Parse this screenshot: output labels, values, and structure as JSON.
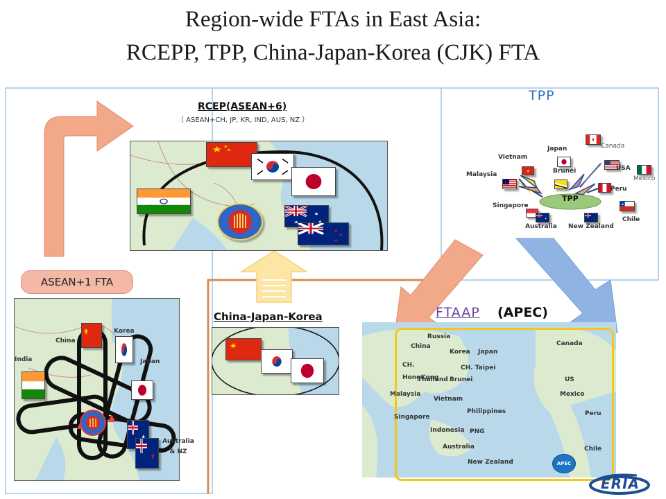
{
  "title_line1": "Region-wide FTAs in East Asia:",
  "title_line2": "RCEPP, TPP, China-Japan-Korea (CJK) FTA",
  "rcep": {
    "title": "RCEP(ASEAN+6)",
    "subtitle": "（ ASEAN+CH, JP, KR, IND, AUS, NZ ）"
  },
  "tpp": {
    "title": "TPP",
    "hub": "TPP",
    "members": {
      "vietnam": "Vietnam",
      "japan": "Japan",
      "canada": "Canada",
      "malaysia": "Malaysia",
      "brunei": "Brunei",
      "usa": "USA",
      "mexico": "Mexico",
      "peru": "Peru",
      "singapore": "Singapore",
      "australia": "Australia",
      "new_zealand": "New Zealand",
      "chile": "Chile"
    }
  },
  "asean_plus_one": {
    "label": "ASEAN+1 FTA",
    "countries": {
      "china": "China",
      "korea": "Korea",
      "india": "India",
      "japan": "Japan",
      "australia_nz": "Australia & NZ"
    }
  },
  "cjk": {
    "title": "China-Japan-Korea"
  },
  "ftaap": {
    "title_main": "FTAAP",
    "title_paren": "(APEC)",
    "members": {
      "russia": "Russia",
      "china": "China",
      "canada": "Canada",
      "korea": "Korea",
      "japan": "Japan",
      "ch_hongkong": "CH. HongKong",
      "ch_taipei": "CH. Taipei",
      "thailand": "Thailand",
      "brunei": "Brunei",
      "us": "US",
      "malaysia": "Malaysia",
      "vietnam": "Vietnam",
      "mexico": "Mexico",
      "philippines": "Philippines",
      "singapore": "Singapore",
      "peru": "Peru",
      "indonesia": "Indonesia",
      "png": "PNG",
      "australia": "Australia",
      "chile": "Chile",
      "new_zealand": "New Zealand"
    },
    "apec_logo": "APEC"
  },
  "logo": "ERIA",
  "colors": {
    "salmon_arrow": "#f2a98a",
    "blue_arrow": "#8fb4e3",
    "panel_border": "#9dc3e6",
    "orange_line": "#d88b52",
    "gold_frame": "#f5c518",
    "tpp_title": "#2f6fc0",
    "ftaap_title": "#6b3fa0",
    "asean_tag": "#f4b9a6"
  }
}
